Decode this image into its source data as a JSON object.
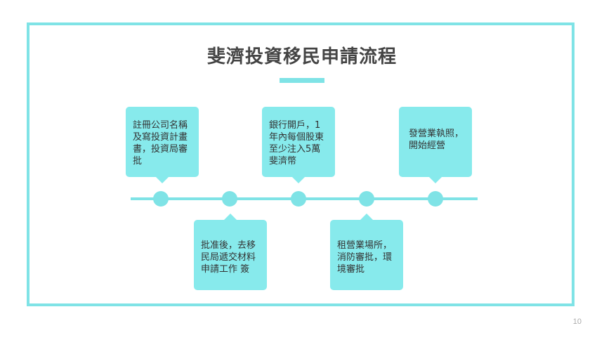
{
  "title": "斐濟投資移民申請流程",
  "steps": [
    {
      "text": "註冊公司名稱及寫投資計畫書，投資局審批"
    },
    {
      "text": "批准後，去移民局遞交材料申請工作 簽"
    },
    {
      "text": "銀行開戶，1年內每個股東至少注入5萬斐濟幣"
    },
    {
      "text": "租營業場所，消防審批，環境審批"
    },
    {
      "text": "發營業執照，開始經營"
    }
  ],
  "page_number": "10",
  "colors": {
    "accent": "#7fe3e6",
    "card": "#87eaec",
    "title": "#444444"
  }
}
